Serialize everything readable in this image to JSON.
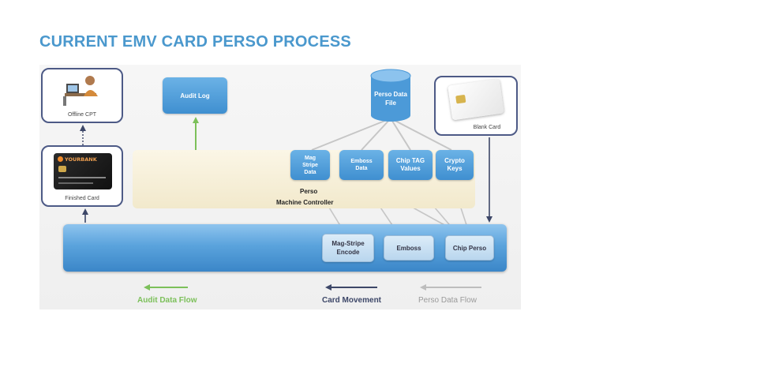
{
  "page_title": "CURRENT EMV CARD PERSO PROCESS",
  "diagram": {
    "offline_cpt_label": "Offline CPT",
    "finished_card_label": "Finished Card",
    "card_bank_text": "YOURBANK",
    "blank_card_label": "Blank Card",
    "audit_log_label": "Audit Log",
    "perso_data_file_label": "Perso Data File",
    "controller_line1": "Perso",
    "controller_line2": "Machine Controller",
    "modules": {
      "mag_stripe_data": "Mag Stripe Data",
      "emboss_data": "Emboss Data",
      "chip_tag_values": "Chip TAG Values",
      "crypto_keys": "Crypto Keys"
    },
    "machine": {
      "mag_stripe_encode": "Mag-Stripe Encode",
      "emboss": "Emboss",
      "chip_perso": "Chip Perso"
    }
  },
  "legend": {
    "audit_data_flow": "Audit Data Flow",
    "card_movement": "Card Movement",
    "perso_data_flow": "Perso Data Flow"
  },
  "colors": {
    "title": "#4a98cd",
    "audit_flow": "#7cc05a",
    "card_movement": "#3d4768",
    "perso_flow": "#bfbfbf",
    "module_blue": "#4a98d8"
  }
}
